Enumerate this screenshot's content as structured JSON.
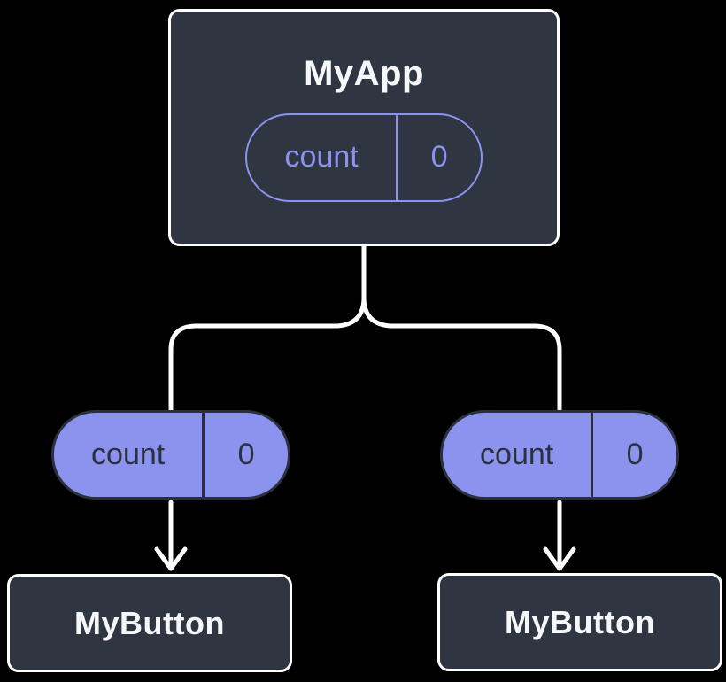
{
  "diagram": {
    "description": "React component tree: parent MyApp holds count state, passed down to two MyButton children",
    "root": {
      "title": "MyApp",
      "state": {
        "name": "count",
        "value": "0"
      }
    },
    "children": [
      {
        "title": "MyButton",
        "prop": {
          "name": "count",
          "value": "0"
        }
      },
      {
        "title": "MyButton",
        "prop": {
          "name": "count",
          "value": "0"
        }
      }
    ]
  },
  "colors": {
    "background": "#000000",
    "card_fill": "#2f3541",
    "card_border": "#ffffff",
    "card_text": "#f6f7f9",
    "pill_fill": "#8b93ee",
    "pill_outline": "#8b93ee",
    "pill_dark": "#2b313c",
    "connector": "#ffffff"
  }
}
